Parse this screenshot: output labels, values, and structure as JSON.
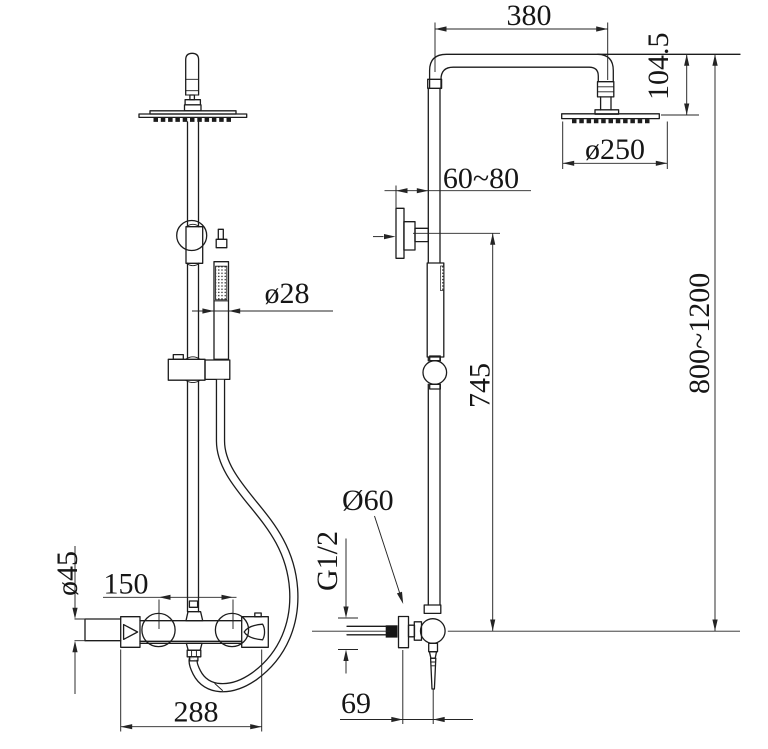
{
  "drawing": {
    "background": "#ffffff",
    "line_color": "#1c1c1c",
    "views": {
      "front_view": {
        "dimensions": {
          "handle_diameter": "ø28",
          "valve_body_diameter": "ø45",
          "inlet_spacing": "150",
          "valve_width": "288"
        }
      },
      "side_view": {
        "dimensions": {
          "arm_length": "380",
          "head_drop": "104.5",
          "head_diameter": "ø250",
          "wall_clearance": "60~80",
          "rail_height": "745",
          "overall_height": "800~1200",
          "escutcheon_diameter": "Ø60",
          "thread_size": "G1/2",
          "outlet_offset": "69"
        }
      }
    }
  }
}
